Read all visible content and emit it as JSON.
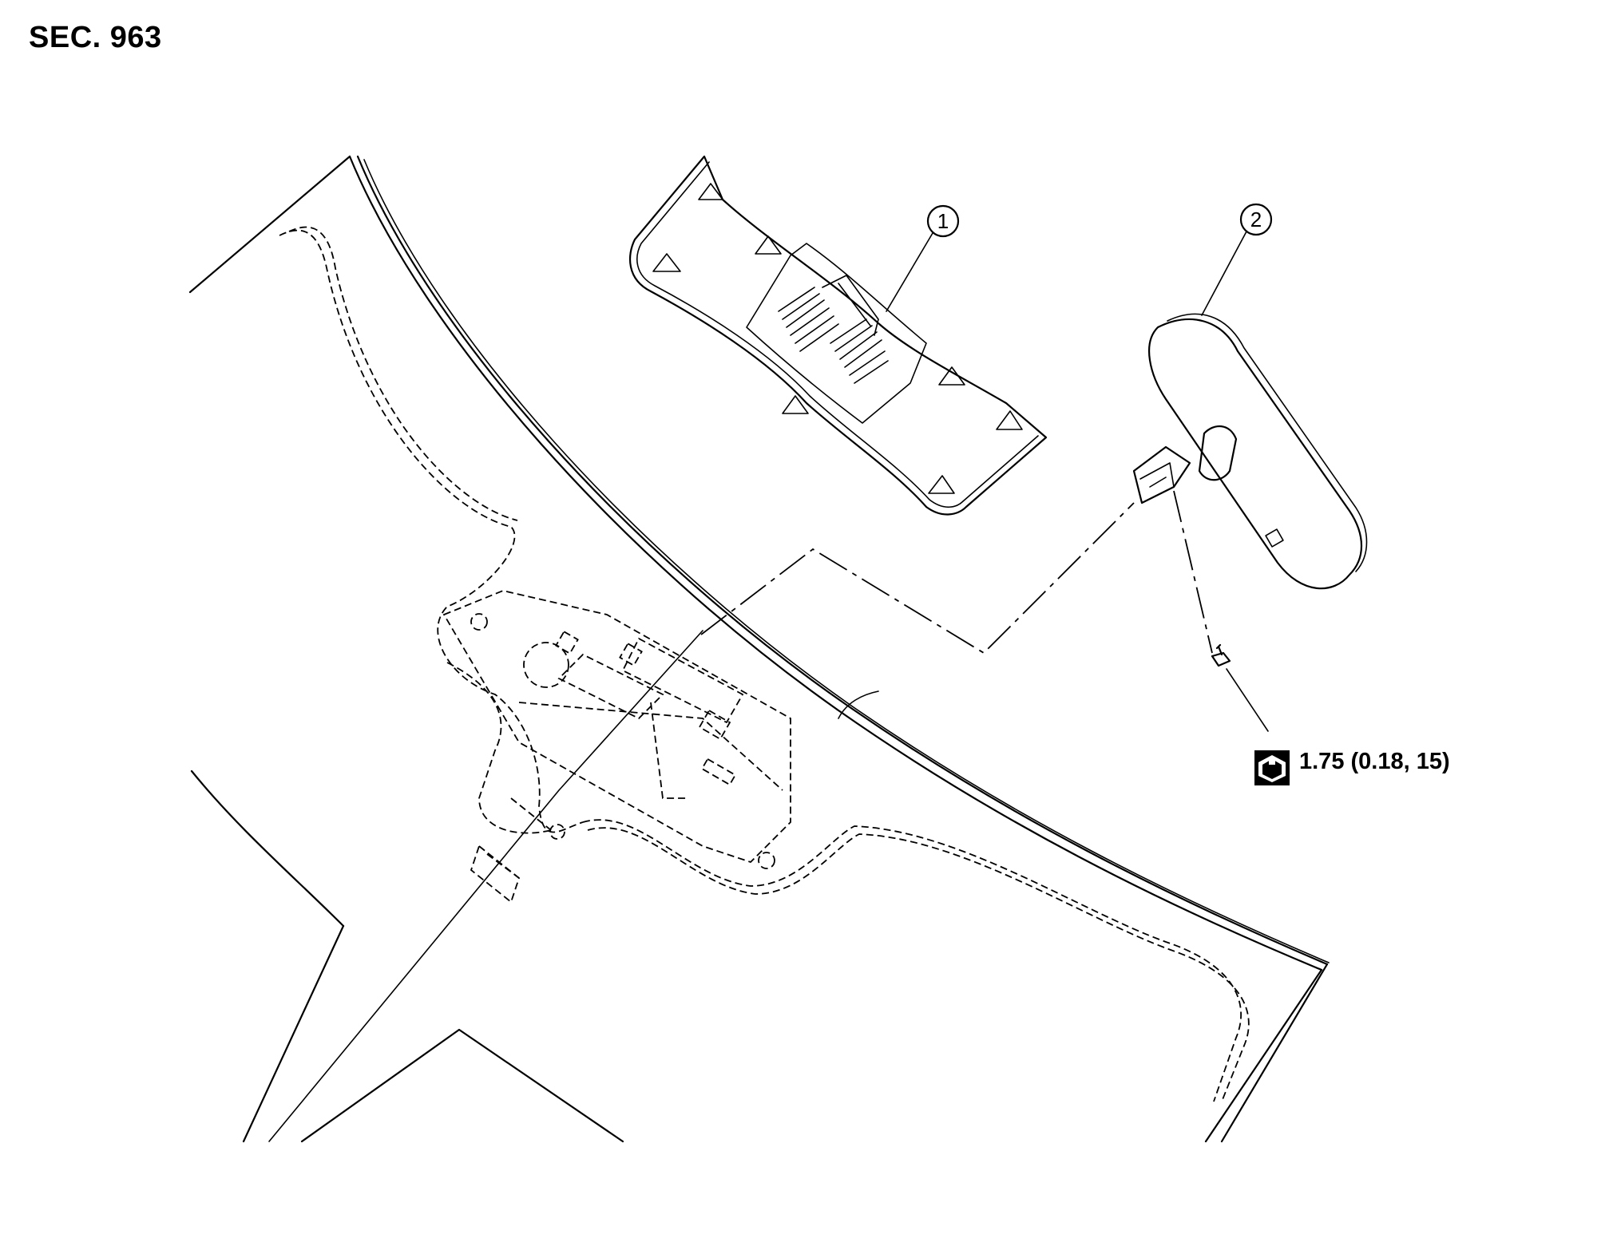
{
  "section": {
    "label": "SEC. 963"
  },
  "callouts": [
    {
      "number": "1",
      "part": "mirror-cover"
    },
    {
      "number": "2",
      "part": "inside-mirror"
    }
  ],
  "torque": {
    "value_text": "1.75 (0.18, 15)",
    "icon": "torque-wrench-icon"
  }
}
